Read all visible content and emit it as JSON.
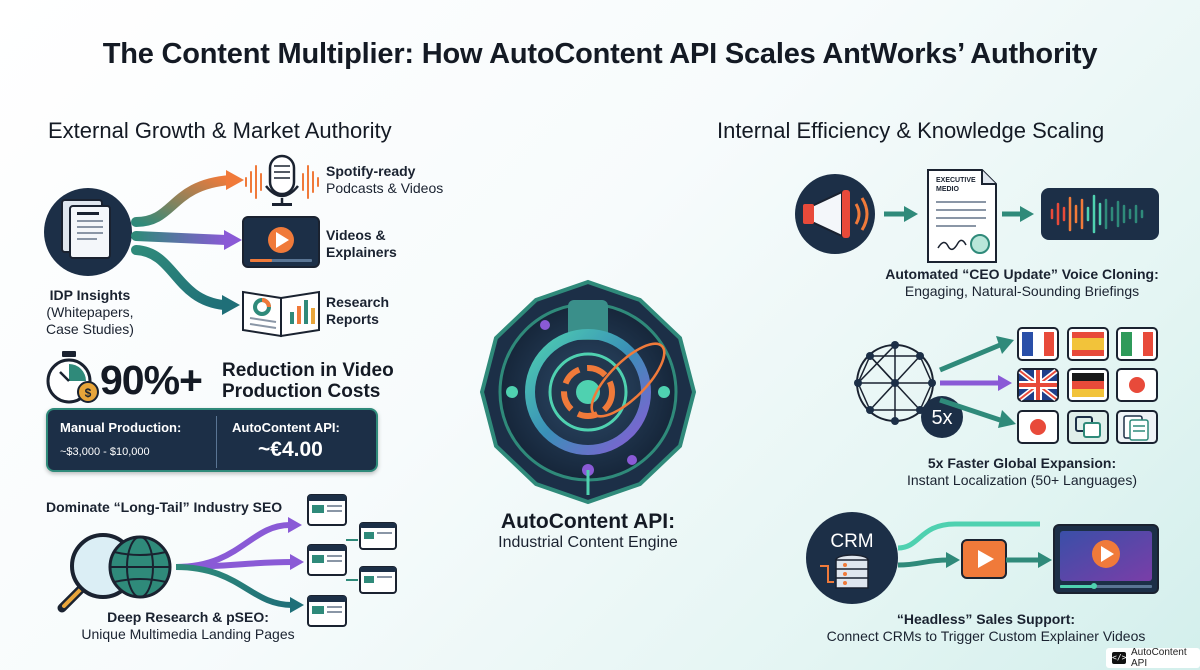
{
  "title": "The Content Multiplier: How AutoContent API Scales AntWorks’ Authority",
  "left_heading": "External Growth & Market Authority",
  "right_heading": "Internal Efficiency & Knowledge Scaling",
  "idp": {
    "title": "IDP Insights",
    "line2": "(Whitepapers,",
    "line3": "Case Studies)"
  },
  "outputs": [
    {
      "line1": "Spotify-ready",
      "line2": "Podcasts & Videos"
    },
    {
      "line1": "Videos &",
      "line2": "Explainers"
    },
    {
      "line1": "Research",
      "line2": "Reports"
    }
  ],
  "reduction": {
    "percent": "90%+",
    "line1": "Reduction in Video",
    "line2": "Production Costs"
  },
  "costs": {
    "manual_label": "Manual Production:",
    "manual_value": "~$3,000 - $10,000",
    "api_label": "AutoContent API:",
    "api_value": "~€4.00"
  },
  "seo": {
    "heading": "Dominate “Long-Tail” Industry SEO",
    "title": "Deep Research & pSEO:",
    "subtitle": "Unique Multimedia Landing Pages"
  },
  "hub": {
    "title": "AutoContent API:",
    "subtitle": "Industrial Content Engine"
  },
  "ceo": {
    "doc_label_1": "EXECUTIVE",
    "doc_label_2": "MEDIO",
    "title": "Automated “CEO Update” Voice Cloning:",
    "subtitle": "Engaging, Natural-Sounding Briefings"
  },
  "global": {
    "multiplier": "5x",
    "title": "5x Faster Global Expansion:",
    "subtitle": "Instant Localization (50+ Languages)"
  },
  "crm": {
    "badge": "CRM",
    "title": "“Headless” Sales Support:",
    "subtitle": "Connect CRMs to Trigger Custom Explainer Videos"
  },
  "footer": {
    "icon": "</>",
    "label": "AutoContent API"
  },
  "colors": {
    "navy": "#1c2f47",
    "teal": "#2f8a7a",
    "orange": "#f07a3a",
    "purple": "#8a5ad6",
    "red": "#e84a3a",
    "gold": "#e8a53a"
  }
}
